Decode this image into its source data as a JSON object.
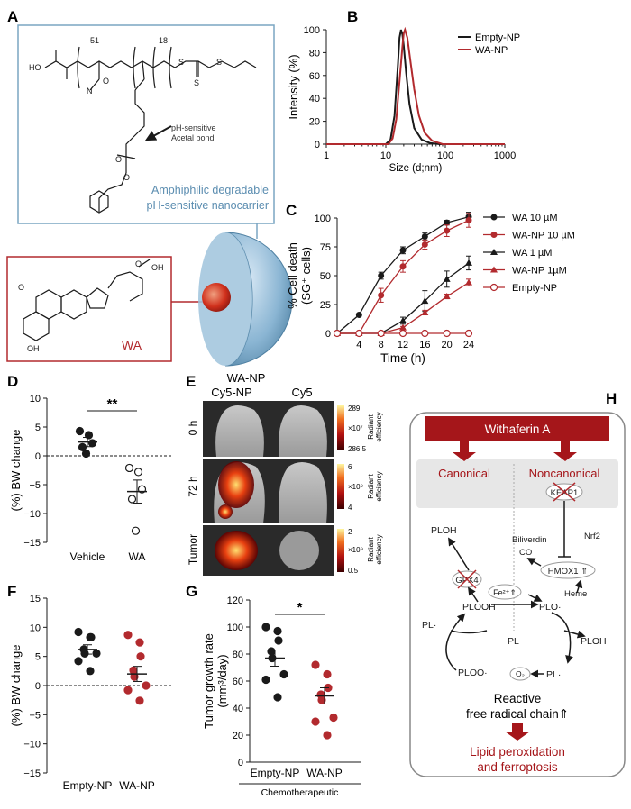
{
  "panel_letters": [
    "A",
    "B",
    "C",
    "D",
    "E",
    "F",
    "G",
    "H"
  ],
  "panel_a": {
    "polymer_numbers": [
      "51",
      "18"
    ],
    "acetal_label": [
      "pH-sensitive",
      "Acetal bond"
    ],
    "nanocarrier_label": [
      "Amphiphilic degradable",
      "pH-sensitive nanocarrier"
    ],
    "wa_label": "WA",
    "np_label": "WA-NP",
    "group_labels": {
      "ho": "HO",
      "n": "N",
      "o": "O",
      "s": "S",
      "oh": "OH"
    }
  },
  "panel_e": {
    "columns": [
      "Cy5-NP",
      "Cy5"
    ],
    "rows": [
      "0 h",
      "72 h",
      "Tumor"
    ],
    "scales": [
      {
        "max": "289",
        "exp": "×10⁷",
        "min": "286.5",
        "label": [
          "Radiant",
          "efficiency"
        ]
      },
      {
        "max": "6",
        "exp": "×10⁹",
        "min": "4",
        "label": [
          "Radiant",
          "efficiency"
        ]
      },
      {
        "max": "2",
        "exp": "×10⁹",
        "min": "0.5",
        "label": [
          "Radiant",
          "efficiency"
        ]
      }
    ]
  },
  "panel_h": {
    "top": "Withaferin A",
    "canonical": "Canonical",
    "noncanonical": "Noncanonical",
    "nodes": {
      "ploh1": "PLOH",
      "keap1": "KEAP1",
      "nrf2": "Nrf2",
      "biliverdin": "Biliverdin",
      "co": "CO",
      "gpx4": "GPX4",
      "hmox1": "HMOX1 ⇑",
      "heme": "Heme",
      "fe": "Fe²⁺⇑",
      "plooh": "PLOOH",
      "plo": "PLO·",
      "pl": "PL",
      "plm": "PL·",
      "ploh2": "PLOH",
      "ploo": "PLOO·",
      "o2": "O₂",
      "plm2": "PL·"
    },
    "chain": [
      "Reactive",
      "free radical chain⇑"
    ],
    "outcome": [
      "Lipid peroxidation",
      "and ferroptosis"
    ]
  },
  "colors": {
    "red": "#b22a2e",
    "black": "#1a1a1a",
    "blue": "#7aa5c2",
    "panel_h_bg": "#f0f0f0"
  },
  "chart_data": [
    {
      "panel": "B",
      "type": "line",
      "xlabel": "Size (d;nm)",
      "ylabel": "Intensity (%)",
      "xscale": "log",
      "xlim": [
        1,
        1000
      ],
      "ylim": [
        0,
        100
      ],
      "xticks": [
        "1",
        "10",
        "100",
        "1000"
      ],
      "yticks": [
        "0",
        "20",
        "40",
        "60",
        "80",
        "100"
      ],
      "series": [
        {
          "name": "Empty-NP",
          "color": "#1a1a1a",
          "x": [
            10,
            12,
            14,
            16,
            17,
            18,
            19,
            20,
            22,
            25,
            30,
            40,
            55,
            80
          ],
          "y": [
            0,
            4,
            25,
            70,
            93,
            100,
            96,
            86,
            62,
            35,
            14,
            4,
            1,
            0
          ]
        },
        {
          "name": "WA-NP",
          "color": "#b22a2e",
          "x": [
            11,
            13,
            15,
            17,
            19,
            20,
            21,
            23,
            26,
            30,
            36,
            45,
            60,
            90
          ],
          "y": [
            0,
            5,
            22,
            55,
            85,
            97,
            100,
            93,
            72,
            48,
            25,
            10,
            3,
            0
          ]
        }
      ]
    },
    {
      "panel": "C",
      "type": "line",
      "xlabel": "Time (h)",
      "ylabel": "% Cell death",
      "ylabel2": "(SG⁺ cells)",
      "xlim": [
        0,
        24
      ],
      "ylim": [
        0,
        100
      ],
      "xticks": [
        "4",
        "8",
        "12",
        "16",
        "20",
        "24"
      ],
      "yticks": [
        "0",
        "25",
        "50",
        "75",
        "100"
      ],
      "x": [
        0,
        4,
        8,
        12,
        16,
        20,
        24
      ],
      "series": [
        {
          "name": "WA 10 µM",
          "color": "#1a1a1a",
          "marker": "circle",
          "y": [
            0,
            16,
            50,
            72,
            84,
            96,
            101
          ],
          "err": [
            0,
            1,
            3,
            3,
            3,
            2,
            4
          ]
        },
        {
          "name": "WA-NP 10 µM",
          "color": "#b22a2e",
          "marker": "circle",
          "y": [
            0,
            0,
            33,
            58,
            77,
            89,
            98
          ],
          "err": [
            0,
            1,
            6,
            5,
            4,
            5,
            6
          ]
        },
        {
          "name": "WA 1 µM",
          "color": "#1a1a1a",
          "marker": "triangle",
          "y": [
            0,
            0,
            0,
            11,
            28,
            47,
            61
          ],
          "err": [
            0,
            0,
            1,
            3,
            9,
            7,
            6
          ]
        },
        {
          "name": "WA-NP 1µM",
          "color": "#b22a2e",
          "marker": "triangle",
          "y": [
            0,
            0,
            0,
            5,
            18,
            32,
            44
          ],
          "err": [
            0,
            0,
            0,
            1,
            2,
            2,
            3
          ]
        },
        {
          "name": "Empty-NP",
          "color": "#b22a2e",
          "marker": "open-circle",
          "y": [
            0,
            0,
            0,
            0,
            0,
            0,
            0
          ],
          "err": [
            0,
            0,
            0,
            0,
            0,
            0,
            0
          ]
        }
      ]
    },
    {
      "panel": "D",
      "type": "scatter",
      "ylabel": "(%) BW change",
      "ylim": [
        -15,
        10
      ],
      "yticks": [
        "10",
        "5",
        "0",
        "−5",
        "−10",
        "−15"
      ],
      "categories": [
        "Vehicle",
        "WA"
      ],
      "groups": [
        {
          "values": [
            4.3,
            3.6,
            2.2,
            1.5,
            0.4
          ],
          "mean": 2.4,
          "sem": 0.8,
          "fill": "#1a1a1a"
        },
        {
          "values": [
            -2.1,
            -2.8,
            -5.8,
            -7.5,
            -13
          ],
          "mean": -6.2,
          "sem": 2.0,
          "fill": "#ffffff"
        }
      ],
      "significance": "**"
    },
    {
      "panel": "F",
      "type": "scatter",
      "ylabel": "(%) BW change",
      "ylim": [
        -15,
        15
      ],
      "yticks": [
        "15",
        "10",
        "5",
        "0",
        "−5",
        "−10",
        "−15"
      ],
      "categories": [
        "Empty-NP",
        "WA-NP"
      ],
      "groups": [
        {
          "values": [
            9.2,
            8.3,
            8.3,
            6.2,
            5.5,
            5.5,
            4.2,
            2.5
          ],
          "mean": 6.2,
          "sem": 0.8,
          "fill": "#1a1a1a"
        },
        {
          "values": [
            8.7,
            7.4,
            5.0,
            2.6,
            1.5,
            0.0,
            -0.8,
            -2.6
          ],
          "mean": 2.0,
          "sem": 1.3,
          "fill": "#b22a2e"
        }
      ]
    },
    {
      "panel": "G",
      "type": "scatter",
      "ylabel": "Tumor growth rate",
      "ylabel2": "(mm³/day)",
      "ylim": [
        0,
        120
      ],
      "yticks": [
        "0",
        "20",
        "40",
        "60",
        "80",
        "100",
        "120"
      ],
      "categories": [
        "Empty-NP",
        "WA-NP"
      ],
      "groups": [
        {
          "values": [
            100,
            97,
            90,
            82,
            77,
            65,
            61,
            48
          ],
          "mean": 77,
          "sem": 6,
          "fill": "#1a1a1a"
        },
        {
          "values": [
            72,
            65,
            55,
            50,
            46,
            33,
            30,
            20
          ],
          "mean": 49,
          "sem": 6,
          "fill": "#b22a2e"
        }
      ],
      "significance": "*",
      "footer": "Chemotherapeutic"
    }
  ]
}
